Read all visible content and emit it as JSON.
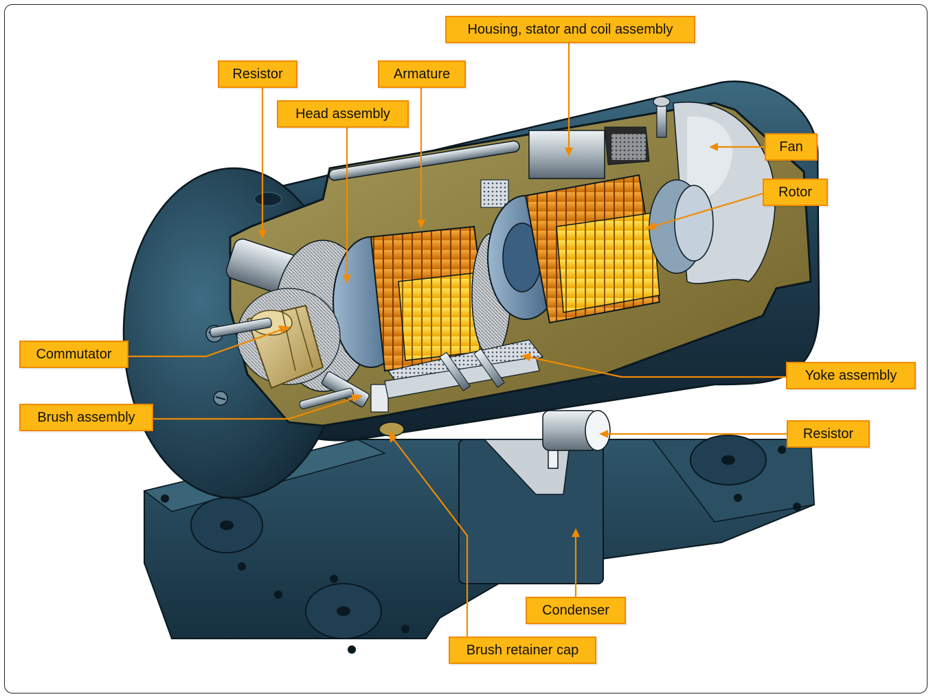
{
  "labels": {
    "housing": "Housing, stator and coil assembly",
    "resistor_top": "Resistor",
    "armature": "Armature",
    "head_assembly": "Head assembly",
    "fan": "Fan",
    "rotor": "Rotor",
    "commutator": "Commutator",
    "yoke_assembly": "Yoke assembly",
    "brush_assembly": "Brush assembly",
    "resistor_bottom": "Resistor",
    "condenser": "Condenser",
    "brush_retainer_cap": "Brush retainer cap"
  },
  "colors": {
    "callout_fill": "#fdb813",
    "callout_border": "#f08a00",
    "housing_dark": "#1e3a4c",
    "housing_mid": "#2e5568",
    "interior_olive": "#8a7a3a",
    "winding_orange": "#f59b1c",
    "winding_yellow": "#ffd22a"
  }
}
